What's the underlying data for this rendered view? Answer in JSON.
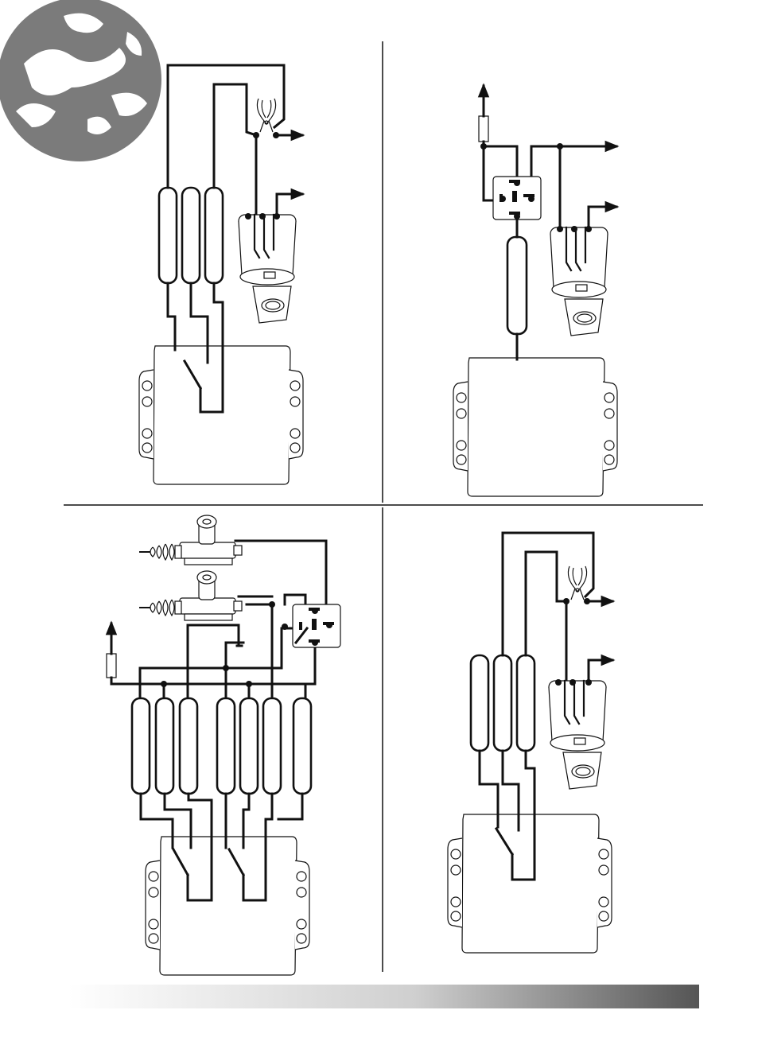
{
  "diagrams": [
    {
      "id": "top-left"
    },
    {
      "id": "top-right"
    },
    {
      "id": "bottom-left"
    },
    {
      "id": "bottom-right"
    }
  ],
  "colors": {
    "wire": "#111111",
    "paper": "#ffffff",
    "bar_start": "#ffffff",
    "bar_end": "#555555"
  },
  "icons": [
    "globe-logo-icon",
    "wire-cutter-icon",
    "ignition-switch-icon",
    "relay-icon",
    "fuse-icon",
    "door-lock-actuator-icon",
    "ground-icon",
    "arrow-icon"
  ]
}
